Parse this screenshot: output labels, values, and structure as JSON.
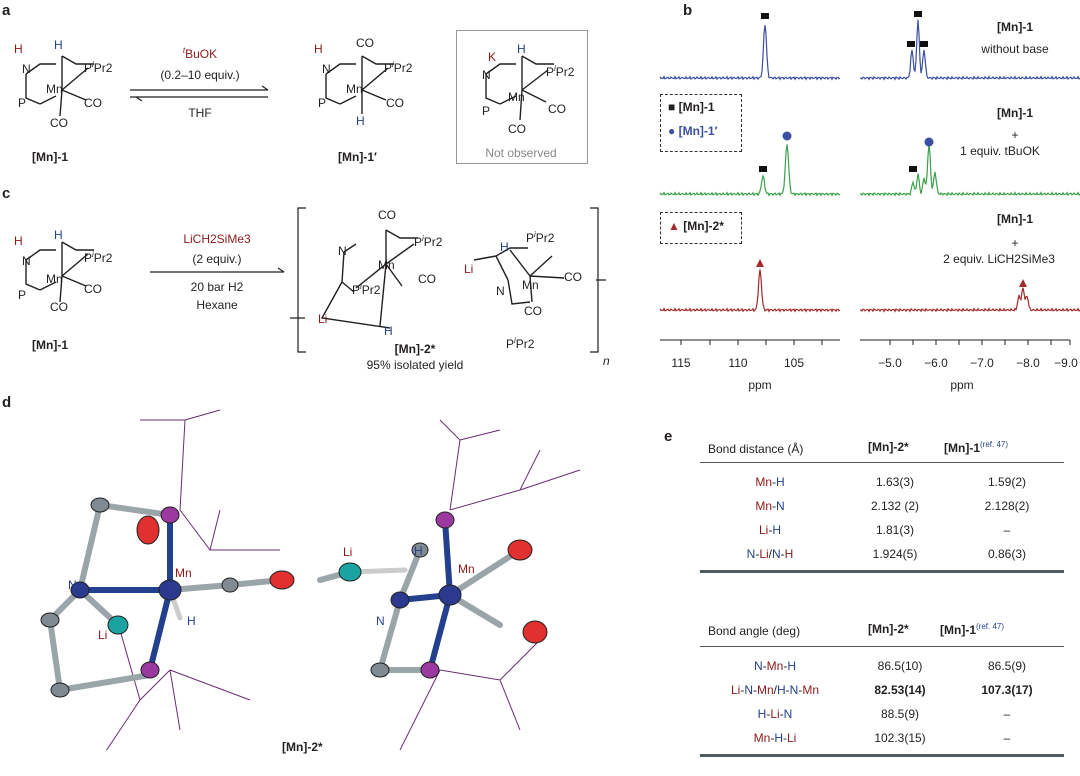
{
  "panels": {
    "a": "a",
    "b": "b",
    "c": "c",
    "d": "d",
    "e": "e"
  },
  "scheme_a": {
    "compound_left": "[Mn]-1",
    "compound_right": "[Mn]-1′",
    "reagent": "BuOK",
    "reagent_prefix": "t",
    "equiv": "(0.2–10 equiv.)",
    "solvent": "THF",
    "not_observed": "Not observed",
    "atoms": {
      "H": "H",
      "N": "N",
      "Mn": "Mn",
      "P": "P",
      "CO": "CO",
      "K": "K",
      "iPr2": "Pr2",
      "i": "i"
    }
  },
  "scheme_c": {
    "compound_left": "[Mn]-1",
    "reagent": "LiCH2SiMe3",
    "equiv": "(2 equiv.)",
    "pressure": "20 bar H2",
    "solvent": "Hexane",
    "product": "[Mn]-2*",
    "yield": "95% isolated yield",
    "n": "n",
    "Li": "Li"
  },
  "nmr": {
    "row_labels": [
      {
        "line1": "[Mn]-1",
        "line2": "without base"
      },
      {
        "line1": "[Mn]-1",
        "line2": "+",
        "line3": "1 equiv. tBuOK"
      },
      {
        "line1": "[Mn]-1",
        "line2": "+",
        "line3": "2 equiv. LiCH2SiMe3"
      }
    ],
    "legend_1": {
      "mark": "■",
      "label": "[Mn]-1"
    },
    "legend_2": {
      "mark": "●",
      "label": "[Mn]-1′"
    },
    "legend_3": {
      "mark": "▲",
      "label": "[Mn]-2*"
    },
    "left_axis": {
      "ticks": [
        "115",
        "110",
        "105"
      ],
      "label": "ppm"
    },
    "right_axis": {
      "ticks": [
        "−5.0",
        "−6.0",
        "−7.0",
        "−8.0",
        "−9.0"
      ],
      "label": "ppm"
    },
    "colors": {
      "blue": "#3a4fa0",
      "green": "#3aa14a",
      "red": "#a32a2a"
    }
  },
  "crystal": {
    "caption": "[Mn]-2*",
    "atom_labels": {
      "Mn": "Mn",
      "N": "N",
      "Li": "Li",
      "H": "H"
    }
  },
  "table_distance": {
    "headers": [
      "Bond distance (Å)",
      "[Mn]-2*",
      "[Mn]-1",
      "(ref. 47)"
    ],
    "rows": [
      {
        "bond": "Mn-H",
        "v1": "1.63(3)",
        "v2": "1.59(2)"
      },
      {
        "bond": "Mn-N",
        "v1": "2.132 (2)",
        "v2": "2.128(2)"
      },
      {
        "bond": "Li-H",
        "v1": "1.81(3)",
        "v2": "–"
      },
      {
        "bond": "N-Li/N-H",
        "v1": "1.924(5)",
        "v2": "0.86(3)"
      }
    ]
  },
  "table_angle": {
    "headers": [
      "Bond angle (deg)",
      "[Mn]-2*",
      "[Mn]-1",
      "(ref. 47)"
    ],
    "rows": [
      {
        "bond": "N-Mn-H",
        "v1": "86.5(10)",
        "v2": "86.5(9)"
      },
      {
        "bond": "Li-N-Mn/H-N-Mn",
        "v1": "82.53(14)",
        "v2": "107.3(17)"
      },
      {
        "bond": "H-Li-N",
        "v1": "88.5(9)",
        "v2": "–"
      },
      {
        "bond": "Mn-H-Li",
        "v1": "102.3(15)",
        "v2": "–"
      }
    ]
  }
}
